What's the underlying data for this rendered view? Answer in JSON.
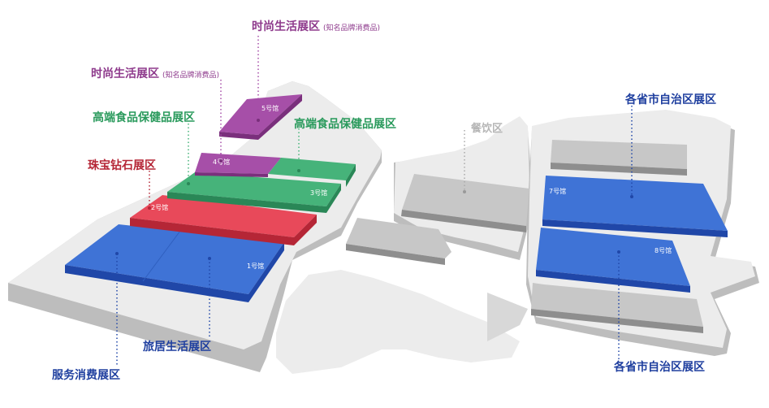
{
  "colors": {
    "blue": "#3f73d6",
    "blue_side": "#2047a8",
    "red": "#e8495a",
    "red_side": "#b52636",
    "green": "#46b37a",
    "green_side": "#2a8757",
    "purple": "#a64fa8",
    "purple_side": "#7a2f7c",
    "gray_hall": "#c7c7c7",
    "gray_side": "#8e8e8e",
    "ground": "#ececec",
    "ground_side": "#bdbdbd"
  },
  "halls": {
    "h1": "1号馆",
    "h2": "2号馆",
    "h3": "3号馆",
    "h4": "4号馆",
    "h5": "5号馆",
    "h7": "7号馆",
    "h8": "8号馆"
  },
  "labels": {
    "fashion_top": "时尚生活展区",
    "fashion_top_sub": "(知名品牌消费品)",
    "fashion_mid": "时尚生活展区",
    "fashion_mid_sub": "(知名品牌消费品)",
    "health_left": "高端食品保健品展区",
    "health_right": "高端食品保健品展区",
    "jewelry": "珠宝钻石展区",
    "dining": "餐饮区",
    "provinces_top": "各省市自治区展区",
    "provinces_bottom": "各省市自治区展区",
    "home_living": "旅居生活展区",
    "services": "服务消费展区"
  }
}
